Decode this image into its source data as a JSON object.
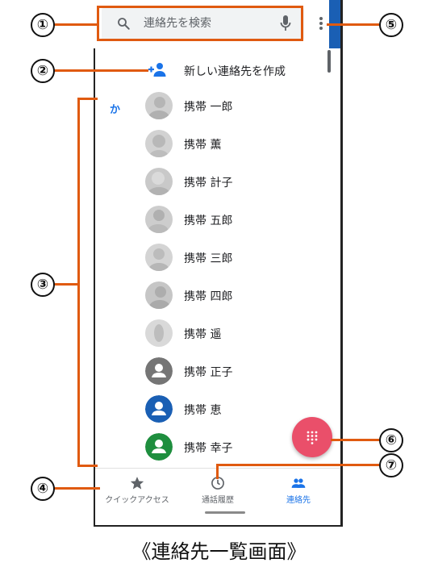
{
  "search": {
    "placeholder": "連絡先を検索"
  },
  "create_new_contact": "新しい連絡先を作成",
  "section_letter": "か",
  "contacts": [
    {
      "name": "携帯 一郎",
      "avatar": "photo"
    },
    {
      "name": "携帯 薫",
      "avatar": "photo"
    },
    {
      "name": "携帯 計子",
      "avatar": "photo"
    },
    {
      "name": "携帯 五郎",
      "avatar": "photo"
    },
    {
      "name": "携帯 三郎",
      "avatar": "photo"
    },
    {
      "name": "携帯 四郎",
      "avatar": "photo"
    },
    {
      "name": "携帯 遥",
      "avatar": "photo"
    },
    {
      "name": "携帯 正子",
      "avatar": "default-gray"
    },
    {
      "name": "携帯 恵",
      "avatar": "default-blue"
    },
    {
      "name": "携帯 幸子",
      "avatar": "default-green"
    }
  ],
  "bottom_nav": [
    {
      "label": "クイックアクセス",
      "icon": "star-icon"
    },
    {
      "label": "通話履歴",
      "icon": "clock-icon"
    },
    {
      "label": "連絡先",
      "icon": "people-icon",
      "active": true
    }
  ],
  "callouts": [
    "①",
    "②",
    "③",
    "④",
    "⑤",
    "⑥",
    "⑦"
  ],
  "caption": "《連絡先一覧画面》",
  "colors": {
    "accent_blue": "#1a73e8",
    "fab": "#ea4f6a",
    "callout_line": "#e05a10",
    "callout_box": "#e05a10"
  }
}
